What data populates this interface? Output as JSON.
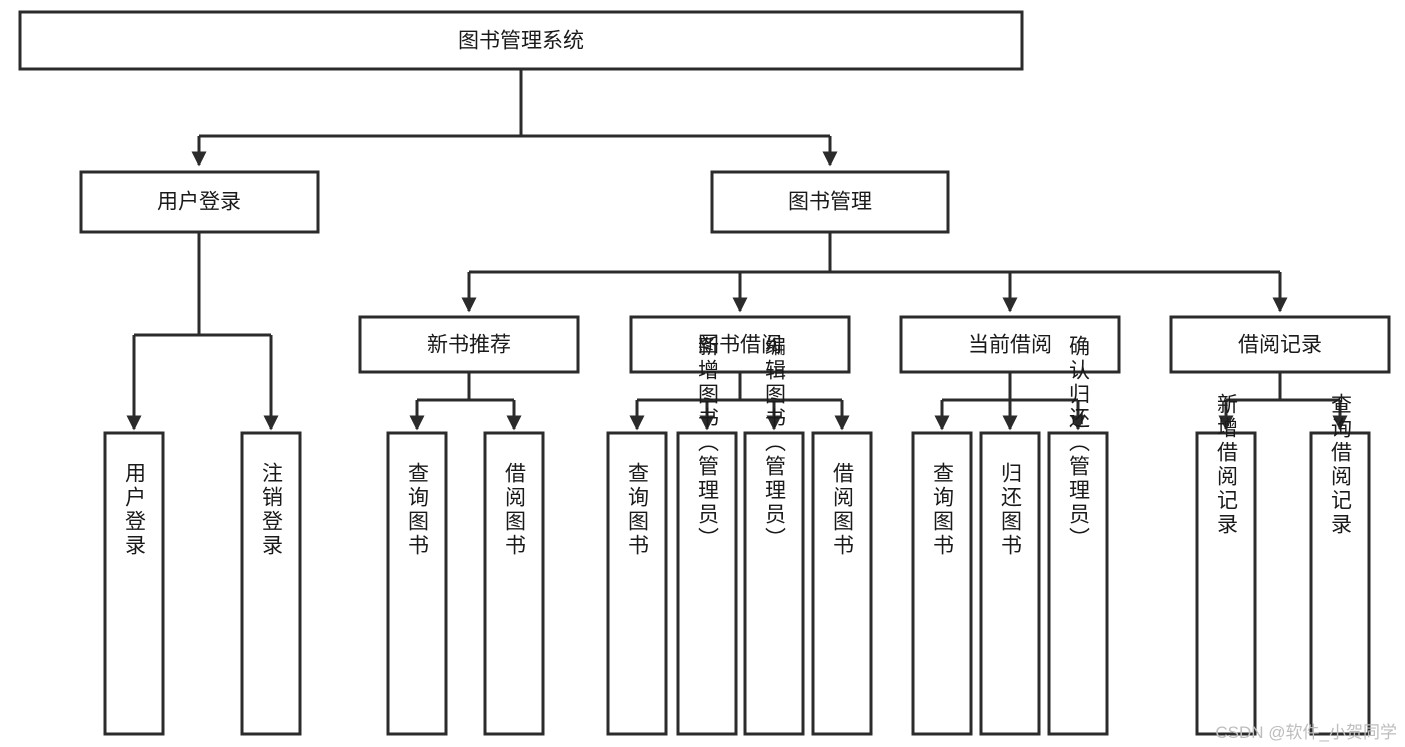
{
  "diagram": {
    "type": "tree-hierarchy",
    "orientation": "top-down",
    "root": {
      "label": "图书管理系统"
    },
    "level2": [
      {
        "label": "用户登录"
      },
      {
        "label": "图书管理"
      }
    ],
    "level3": [
      {
        "label": "新书推荐"
      },
      {
        "label": "图书借阅"
      },
      {
        "label": "当前借阅"
      },
      {
        "label": "借阅记录"
      }
    ],
    "leaves": {
      "user_login": [
        {
          "label": "用户登录"
        },
        {
          "label": "注销登录"
        }
      ],
      "new_book_recommend": [
        {
          "label": "查询图书"
        },
        {
          "label": "借阅图书"
        }
      ],
      "book_borrow": [
        {
          "label": "查询图书"
        },
        {
          "label": "新增图书（管理员）"
        },
        {
          "label": "编辑图书（管理员）"
        },
        {
          "label": "借阅图书"
        }
      ],
      "current_borrow": [
        {
          "label": "查询图书"
        },
        {
          "label": "归还图书"
        },
        {
          "label": "确认归还（管理员）"
        }
      ],
      "borrow_record": [
        {
          "label": "新增借阅记录"
        },
        {
          "label": "查询借阅记录"
        }
      ]
    }
  },
  "watermark": {
    "text": "CSDN @软件_小贺同学"
  },
  "colors": {
    "stroke": "#2b2b2b",
    "fill": "#ffffff",
    "text": "#1a1a1a",
    "watermark": "#bdbdbd"
  }
}
